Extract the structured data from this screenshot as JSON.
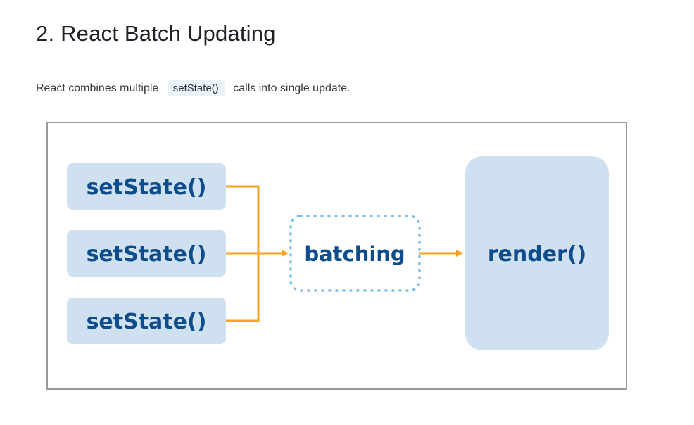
{
  "heading": {
    "text": "2. React Batch Updating"
  },
  "description": {
    "before": "React combines multiple",
    "code": "setState()",
    "after": "calls into single update."
  },
  "diagram": {
    "sources": [
      {
        "label": "setState()"
      },
      {
        "label": "setState()"
      },
      {
        "label": "setState()"
      }
    ],
    "middle": {
      "label": "batching"
    },
    "target": {
      "label": "render()"
    },
    "colors": {
      "box_fill": "#cfe1f1",
      "text": "#0d4d8c",
      "arrow": "#f7a326",
      "dotted_border": "#7bbfea",
      "frame_border": "#9a9a9a"
    }
  }
}
